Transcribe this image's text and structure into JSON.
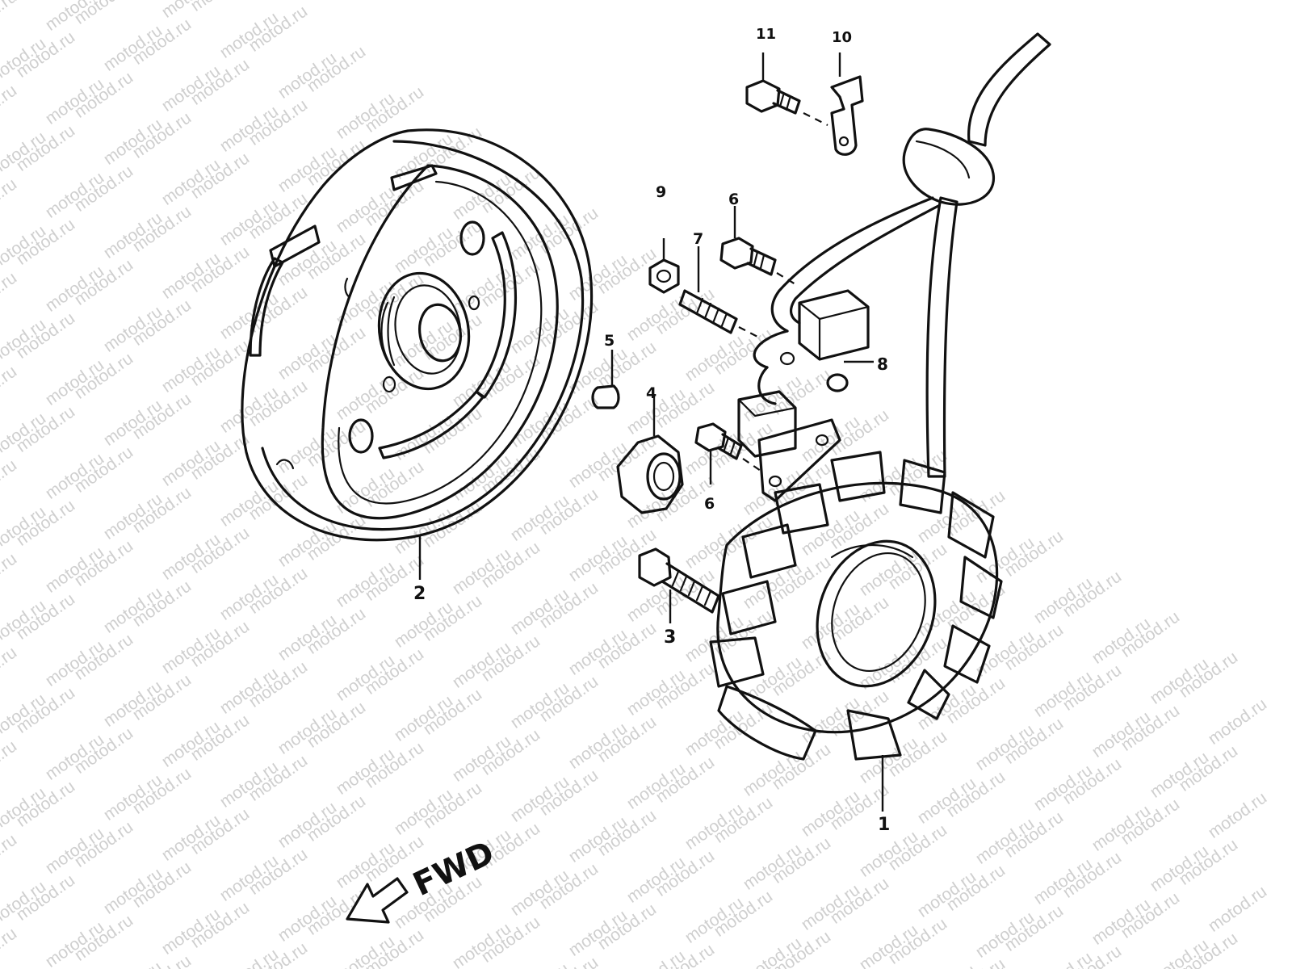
{
  "watermark": {
    "text": "motod.ru",
    "color": "#cfcfcf"
  },
  "diagram": {
    "part_labels": [
      {
        "id": "stator",
        "text": "1"
      },
      {
        "id": "rotor",
        "text": "2"
      },
      {
        "id": "rotor-bolt",
        "text": "3"
      },
      {
        "id": "rotor-nut",
        "text": "4"
      },
      {
        "id": "key",
        "text": "5"
      },
      {
        "id": "screw-upper",
        "text": "6"
      },
      {
        "id": "stud",
        "text": "7"
      },
      {
        "id": "pickup-coil",
        "text": "8"
      },
      {
        "id": "nut",
        "text": "9"
      },
      {
        "id": "clamp",
        "text": "10"
      },
      {
        "id": "clamp-bolt",
        "text": "11"
      },
      {
        "id": "screw-lower",
        "text": "6"
      }
    ],
    "direction_label": "FWD",
    "direction_icon": "arrow-left-down"
  }
}
